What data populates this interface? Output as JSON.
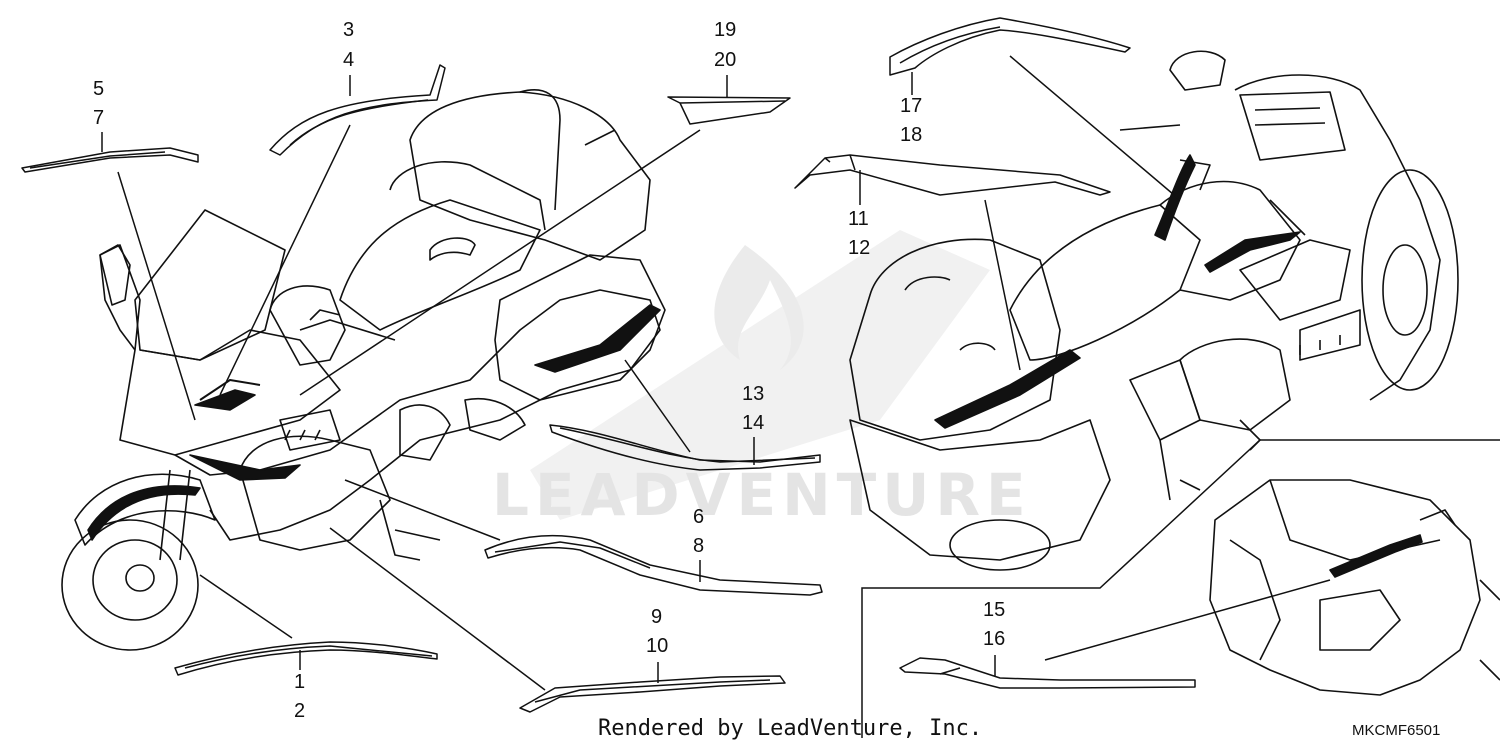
{
  "callouts": {
    "c1": "1",
    "c2": "2",
    "c3": "3",
    "c4": "4",
    "c5": "5",
    "c6": "6",
    "c7": "7",
    "c8": "8",
    "c9": "9",
    "c10": "10",
    "c11": "11",
    "c12": "12",
    "c13": "13",
    "c14": "14",
    "c15": "15",
    "c16": "16",
    "c17": "17",
    "c18": "18",
    "c19": "19",
    "c20": "20"
  },
  "watermark": "LEADVENTURE",
  "footer": {
    "credit": "Rendered by LeadVenture, Inc.",
    "diagram_code": "MKCMF6501"
  },
  "colors": {
    "line": "#111111",
    "stripe": "#111111",
    "watermark": "#e4e4e4"
  }
}
